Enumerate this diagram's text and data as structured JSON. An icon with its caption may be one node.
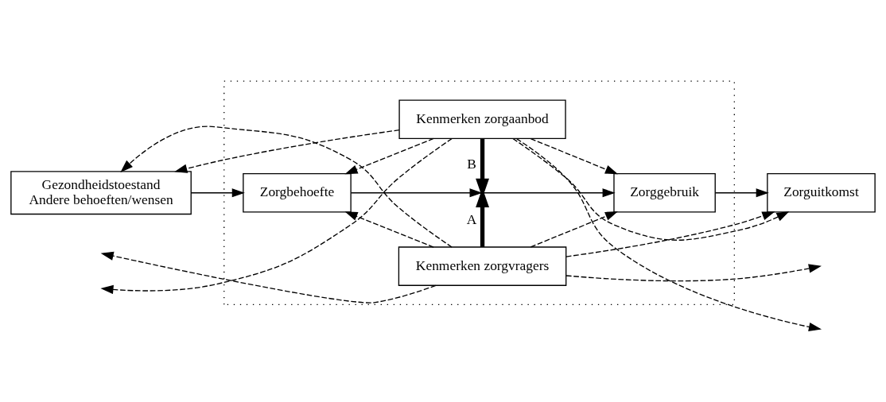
{
  "diagram": {
    "nodes": [
      {
        "text": [],
        "shape": "box"
      },
      {
        "text": [
          "Kenmerken zorgvragers"
        ],
        "in": 0
      },
      {
        "text": [
          "Gezondheidstoestand",
          "Andere behoeften/wensen"
        ]
      },
      {
        "text": [
          "Zorgbehoefte"
        ],
        "in": 0
      },
      {
        "text": [],
        "shape": "point",
        "in": 0
      },
      {
        "text": [
          "Zorggebruik"
        ],
        "in": 0
      },
      {
        "text": [
          "Kenmerken zorgaanbod"
        ],
        "in": 0
      },
      {
        "text": [
          "Zorguitkomst"
        ]
      }
    ],
    "edges": [
      {
        "from": 2,
        "to": 3,
        "arrow": "to"
      },
      {
        "from": 3,
        "to": 4,
        "arrow": "to"
      },
      {
        "from": 1,
        "to": 4,
        "arrow": "to",
        "label": "A",
        "style": "thick"
      },
      {
        "from": 6,
        "to": 4,
        "arrow": "to",
        "label": "B",
        "style": "thick"
      },
      {
        "from": 4,
        "to": 5,
        "arrow": "to"
      },
      {
        "from": 5,
        "to": 7,
        "arrow": "to"
      },
      {
        "from": 1,
        "to": 2,
        "arrow": "to",
        "style": "dashed"
      },
      {
        "from": 1,
        "to": null,
        "arrow": "to",
        "style": "dashed"
      },
      {
        "from": 1,
        "to": 3,
        "arrow": "to",
        "style": "dashed"
      },
      {
        "from": 1,
        "to": 5,
        "arrow": "to",
        "style": "dashed"
      },
      {
        "from": 1,
        "to": null,
        "arrow": "to",
        "style": "dashed"
      },
      {
        "from": 1,
        "to": 7,
        "arrow": "to",
        "style": "dashed"
      },
      {
        "from": 6,
        "to": 2,
        "arrow": "to",
        "style": "dashed"
      },
      {
        "from": 6,
        "to": null,
        "arrow": "to",
        "style": "dashed"
      },
      {
        "from": 6,
        "to": 3,
        "arrow": "to",
        "style": "dashed"
      },
      {
        "from": 6,
        "to": 5,
        "arrow": "to",
        "style": "dashed"
      },
      {
        "from": 6,
        "to": null,
        "arrow": "to",
        "style": "dashed"
      },
      {
        "from": 6,
        "to": 7,
        "arrow": "to",
        "style": "dashed"
      }
    ]
  }
}
